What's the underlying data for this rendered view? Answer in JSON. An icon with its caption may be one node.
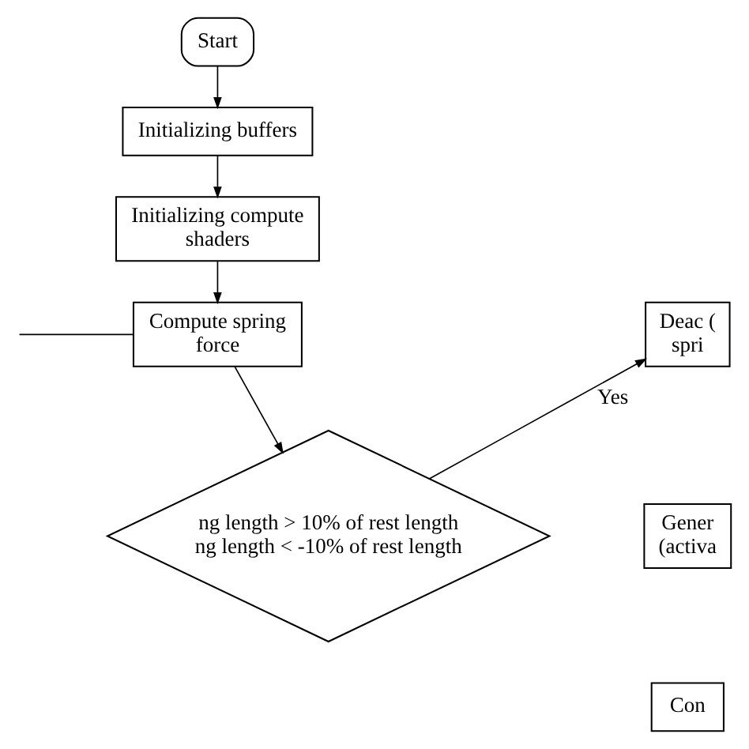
{
  "diagram": {
    "nodes": [
      {
        "text": [
          "Start"
        ]
      },
      {
        "text": [
          "Initializing buffers"
        ]
      },
      {
        "text": [
          "Initializing compute shaders"
        ]
      },
      {
        "text": [
          "Compute spring force"
        ]
      },
      {
        "text": [
          "ng length > 10% of rest length ng length < -10% of rest length"
        ]
      },
      {
        "text": [
          "Deac ( spri"
        ]
      },
      {
        "text": [
          "Gener (activa"
        ]
      },
      {
        "text": [
          "Con"
        ]
      }
    ],
    "edges": [
      {
        "from": 0,
        "to": 1,
        "arrow": "to"
      },
      {
        "from": 1,
        "to": 2,
        "arrow": "to"
      },
      {
        "from": 2,
        "to": 3,
        "arrow": "to"
      },
      {
        "from": null,
        "to": 3,
        "arrow": "none"
      },
      {
        "from": 3,
        "to": 4,
        "arrow": "to"
      },
      {
        "from": 4,
        "to": 5,
        "arrow": "to",
        "label": "Yes"
      }
    ]
  }
}
